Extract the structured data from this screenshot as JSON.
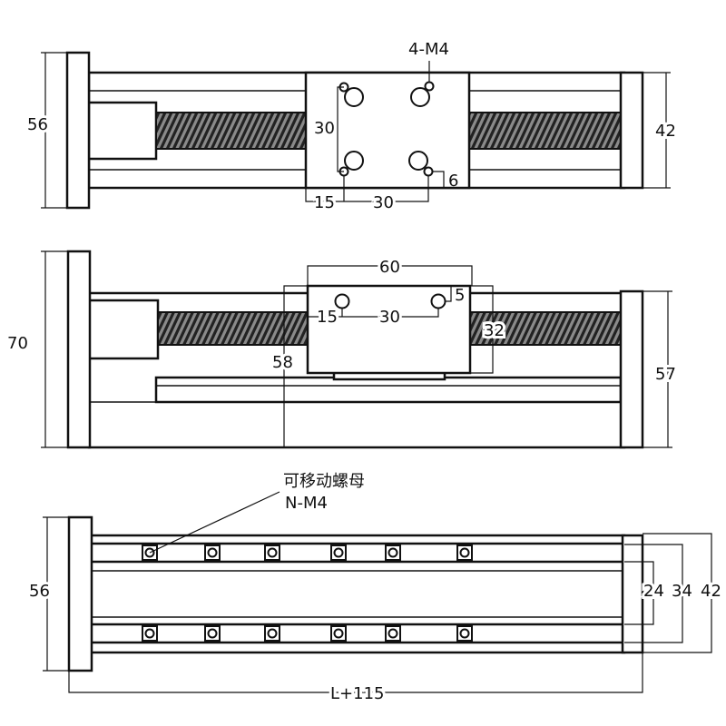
{
  "top_view": {
    "height_left": "56",
    "height_right": "42",
    "hole_label": "4-M4",
    "hole_spacing_v": "30",
    "hole_spacing_h": "30",
    "offset_15": "15",
    "offset_6": "6"
  },
  "side_view": {
    "height_left": "70",
    "height_right": "57",
    "carriage_width": "60",
    "hole_spacing": "30",
    "offset_15": "15",
    "offset_5": "5",
    "carriage_height": "32",
    "height_58": "58"
  },
  "bottom_view": {
    "nut_label_cn": "可移动螺母",
    "nut_label": "N-M4",
    "height_left": "56",
    "dim_24": "24",
    "dim_34": "34",
    "dim_42": "42",
    "length": "L+115"
  }
}
